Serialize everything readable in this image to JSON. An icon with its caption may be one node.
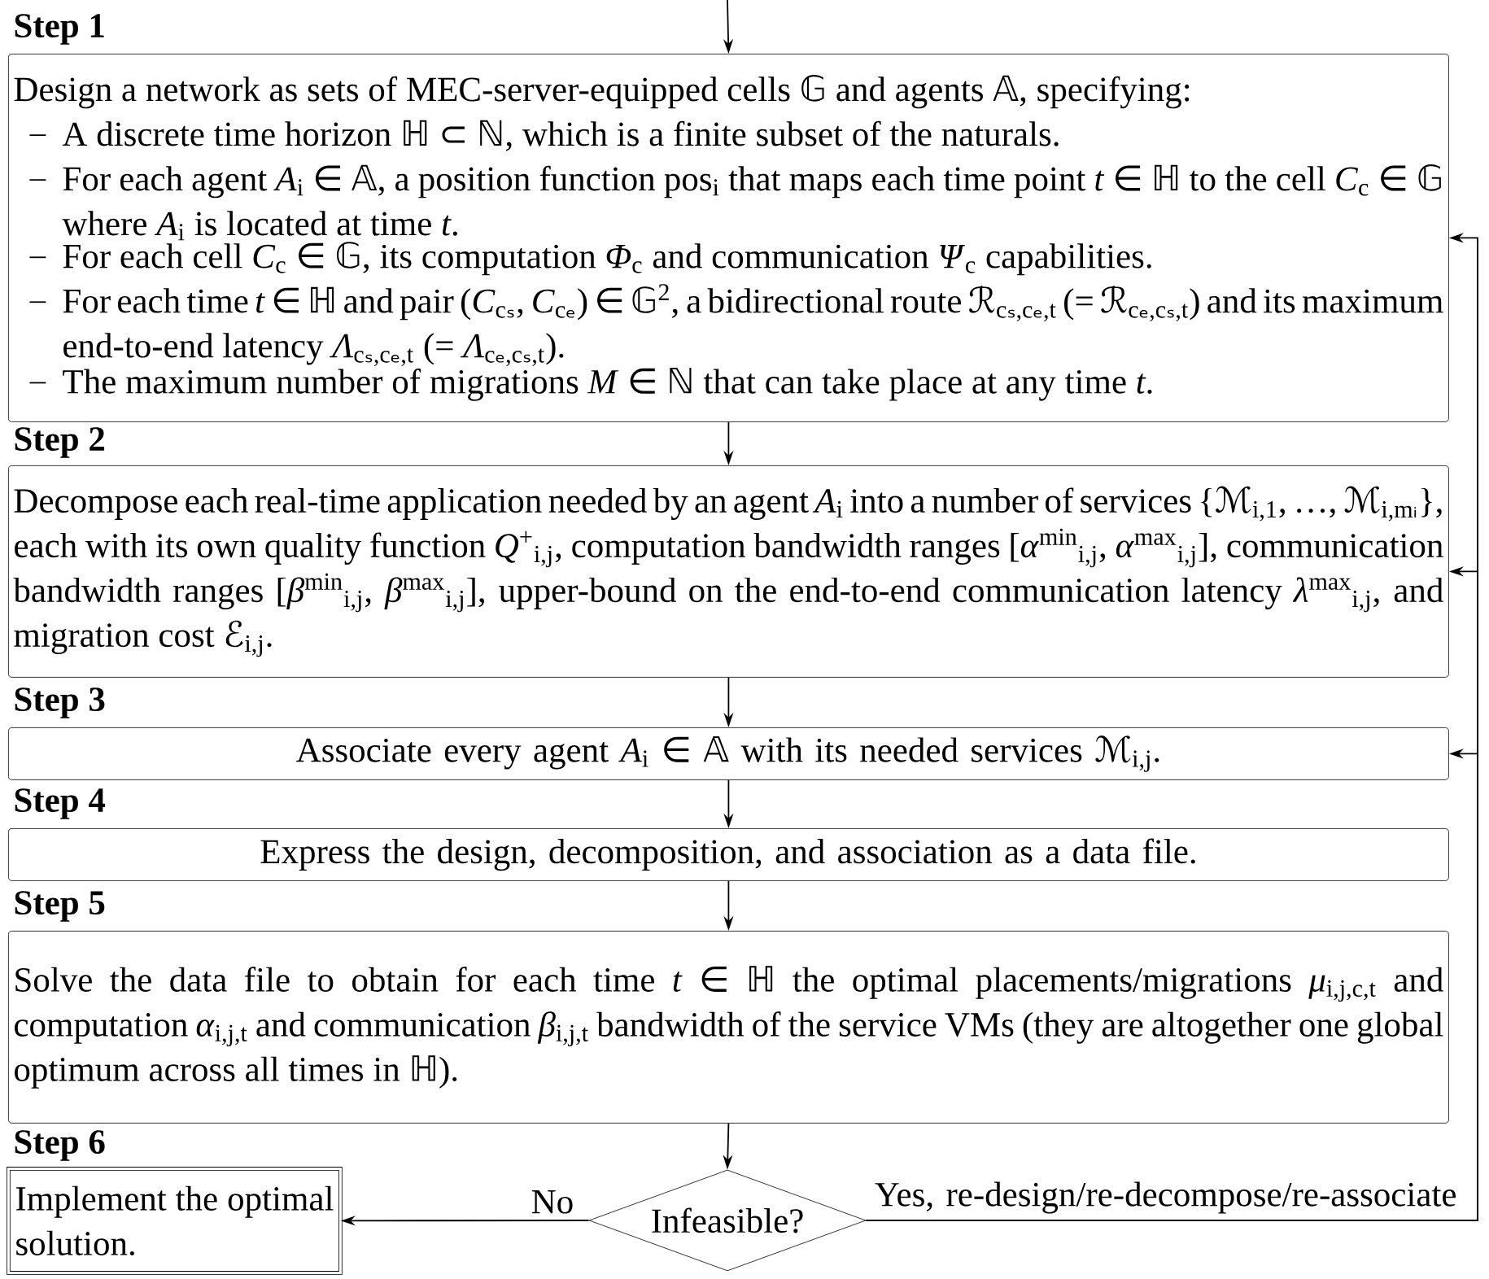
{
  "diagram": {
    "nodes": [
      {
        "text": [
          "Step 1",
          "Design a network as sets of MEC-server-equipped cells 𝔾 and agents 𝔸, specifying:",
          "A discrete time horizon ℍ ⊂ ℕ, which is a finite subset of the naturals.",
          "For each agent *A*$_{i}$ ∈ 𝔸, a position function pos$_{i}$ that maps each time point *t* ∈ ℍ to the cell *C*$_{c}$ ∈ 𝔾 where *A*$_{i}$ is located at time *t*.",
          "For each cell *C*$_{c}$ ∈ 𝔾, its computation *Φ*$_{c}$ and communication *Ψ*$_{c}$ capabilities.",
          "For each time *t* ∈ ℍ and pair (*C*$_{cₛ}$, *C*$_{cₑ}$) ∈ 𝔾$^{2}$, a bidirectional route ℛ$_{cₛ,cₑ,t}$ (= ℛ$_{cₑ,cₛ,t}$) and its maximum end-to-end latency *Λ*$_{cₛ,cₑ,t}$ (= *Λ*$_{cₑ,cₛ,t}$).",
          "The maximum number of migrations *M* ∈ ℕ that can take place at any time *t*."
        ]
      },
      {
        "text": [
          "Step 2",
          "Decompose each real-time application needed by an agent *A*$_{i}$ into a number of services {ℳ$_{i,1}$, …, ℳ$_{i,mᵢ}$}, each with its own quality function *Q*$^{+}$$_{i,j}$, computation bandwidth ranges [*α*$^{min}$$_{i,j}$, *α*$^{max}$$_{i,j}$], communication bandwidth ranges [*β*$^{min}$$_{i,j}$, *β*$^{max}$$_{i,j}$], upper-bound on the end-to-end communication latency *λ*$^{max}$$_{i,j}$, and migration cost ℰ$_{i,j}$."
        ]
      },
      {
        "text": [
          "Step 3",
          "Associate every agent *A*$_{i}$ ∈ 𝔸 with its needed services ℳ$_{i,j}$."
        ]
      },
      {
        "text": [
          "Step 4",
          "Express the design, decomposition, and association as a data file."
        ]
      },
      {
        "text": [
          "Step 5",
          "Solve the data file to obtain for each time *t* ∈ ℍ the optimal placements/migrations *μ*$_{i,j,c,t}$ and computation *α*$_{i,j,t}$ and communication *β*$_{i,j,t}$ bandwidth of the service VMs (they are altogether one global optimum across all times in ℍ)."
        ]
      },
      {
        "text": [
          "Step 6",
          "Implement the optimal solution."
        ]
      },
      {
        "text": [
          "Infeasible?"
        ]
      }
    ],
    "edges": [
      {
        "from": null,
        "to": 0,
        "arrow": "to"
      },
      {
        "from": 0,
        "to": 1,
        "arrow": "to"
      },
      {
        "from": 1,
        "to": 2,
        "arrow": "to"
      },
      {
        "from": 2,
        "to": 3,
        "arrow": "to"
      },
      {
        "from": 3,
        "to": 4,
        "arrow": "to"
      },
      {
        "from": 4,
        "to": 6,
        "arrow": "to"
      },
      {
        "from": 6,
        "to": 5,
        "arrow": "to",
        "label": "No"
      },
      {
        "from": 6,
        "to": 0,
        "arrow": "to",
        "label": "Yes, re-design/re-decompose/re-associate"
      },
      {
        "from": 6,
        "to": 1,
        "arrow": "to"
      },
      {
        "from": 6,
        "to": 2,
        "arrow": "to"
      }
    ]
  }
}
